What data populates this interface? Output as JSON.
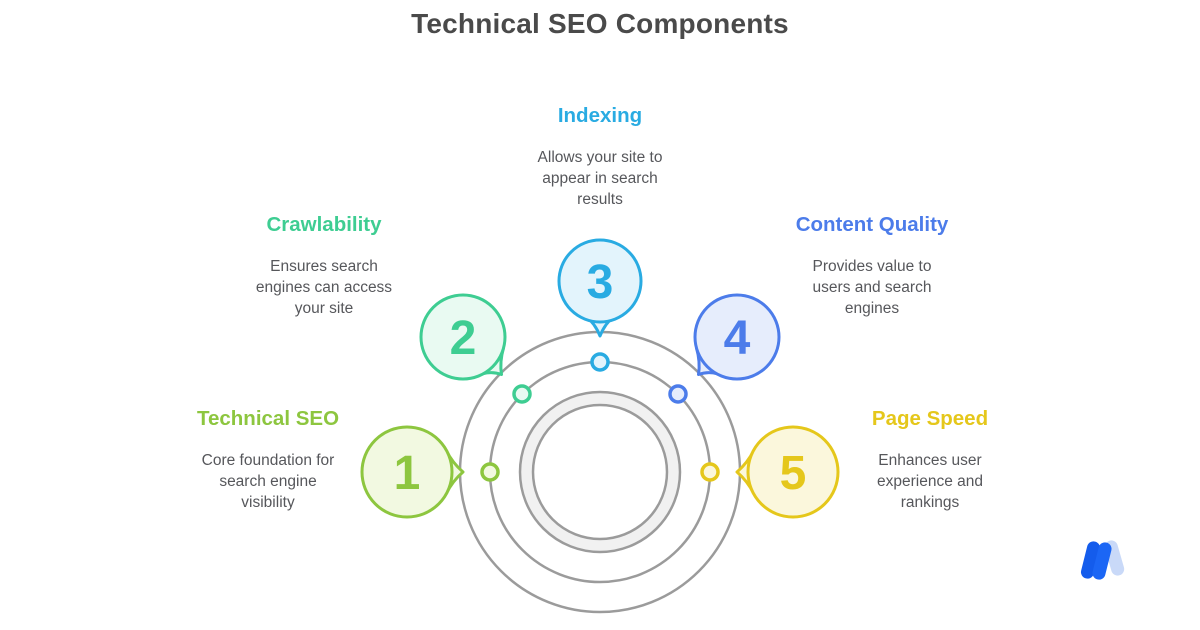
{
  "title": "Technical SEO Components",
  "colors": {
    "title_text": "#4A4A4A",
    "body_text": "#56575B",
    "ring_stroke": "#9B9B9B",
    "ring_band_fill": "#F1F1F1",
    "logo_blue_dark": "#145CEC",
    "logo_blue": "#1B66F5",
    "logo_blue_light": "#C9D9F8"
  },
  "icons": {
    "brand_logo": "w-brand-mark",
    "markers": "orbit-dot",
    "callouts": "speech-bubble"
  },
  "items": [
    {
      "number": "1",
      "label": "Technical SEO",
      "description_lines": [
        "Core foundation for",
        "search engine",
        "visibility"
      ],
      "accent": "#8DC63F",
      "bubble_fill": "#F2F9E1"
    },
    {
      "number": "2",
      "label": "Crawlability",
      "description_lines": [
        "Ensures search",
        "engines can access",
        "your site"
      ],
      "accent": "#3ECD92",
      "bubble_fill": "#E9FAF2"
    },
    {
      "number": "3",
      "label": "Indexing",
      "description_lines": [
        "Allows your site to",
        "appear in search",
        "results"
      ],
      "accent": "#29ABE2",
      "bubble_fill": "#E3F4FC"
    },
    {
      "number": "4",
      "label": "Content Quality",
      "description_lines": [
        "Provides value to",
        "users and search",
        "engines"
      ],
      "accent": "#4C7CEA",
      "bubble_fill": "#E6EDFC"
    },
    {
      "number": "5",
      "label": "Page Speed",
      "description_lines": [
        "Enhances user",
        "experience and",
        "rankings"
      ],
      "accent": "#E5C71B",
      "bubble_fill": "#FBF7DC"
    }
  ]
}
